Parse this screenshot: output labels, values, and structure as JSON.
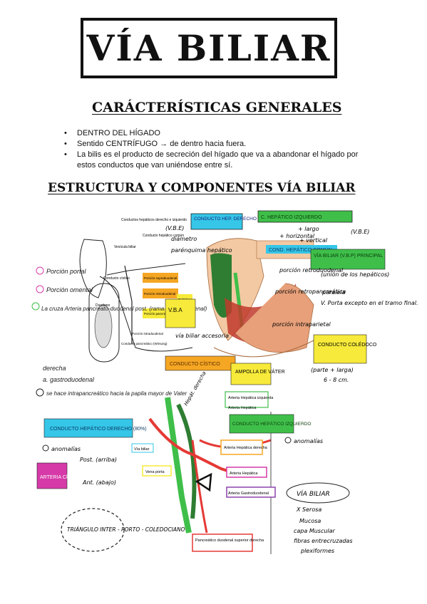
{
  "title": "VÍA BILIAR",
  "section1": {
    "heading": "CARÁCTERÍSTICAS GENERALES",
    "bullets": [
      "DENTRO DEL HÍGADO",
      "Sentido CENTRÍFUGO → de dentro hacia fuera.",
      "La bilis es el producto de secreción del hígado que va a abandonar el hígado por estos conductos que van uniéndose entre sí."
    ]
  },
  "section2": {
    "heading": "ESTRUCTURA Y COMPONENTES VÍA BILIAR"
  },
  "diagram": {
    "print_labels": {
      "vesicula": "Vesícula biliar",
      "hep_der_izq": "Conductos hepáticos derecho e izquierdo",
      "hep_comun": "Conducto hepático común",
      "cistico": "Conducto cístico",
      "duodeno": "Duodeno",
      "supraduodenal": "Porción supraduodenal",
      "retroduodenal": "Porción retroduodenal",
      "coledoco": "Colédoco",
      "pancreatica": "Porción pancreática",
      "intraduodenal": "Porción intraduodenal",
      "wirsung": "Conducto pancreático (Wirsung)"
    },
    "notes_left": {
      "portal": "Porción portal",
      "omental": "Porción omental",
      "cruz": "La cruza Arteria pancreato-duodenal post. (rama gastroduodenal)",
      "derecha": "derecha",
      "gastro": "a. gastroduodenal",
      "intrapanc": "se hace intrapancreático hacia la papila mayor de Vater"
    },
    "notes_top": {
      "vbe": "(V.B.E)",
      "diametro": "diámetro",
      "parenquima": "parénquima hepático",
      "vba": "V.B.A",
      "vba_note": "vía biliar accesoria",
      "cond_cistico": "CONDUCTO CÍSTICO",
      "ampolla": "AMPOLLA DE VÁTER",
      "hep_der_box": "CONDUCTO HEP. DERECHO",
      "hep_izq_box": "C. HEPÁTICO IZQUIERDO",
      "largo": "+ largo",
      "horizontal": "+ horizontal",
      "vertical": "+ vertical",
      "vbe2": "(V.B.E)",
      "cond_comun": "COND. HEPÁTICO COMÚN",
      "via_principal": "VÍA BILIAR (V.B.P) PRINCIPAL",
      "union": "(unión de los hepáticos)",
      "paralelo": "paralela",
      "porta": "V. Porta excepto en el tramo final.",
      "coledoco_box": "CONDUCTO COLÉDOCO",
      "parte": "(parte + larga)",
      "cm": "6 - 8 cm.",
      "p_retroduodenal": "porción retroduodenal",
      "p_retropancreatica": "porción retropancreática",
      "p_intraparietal": "porción intraparietal"
    },
    "notes_bottom": {
      "hep_der_box": "CONDUCTO HEPÁTICO DERECHO (80%)",
      "anomalias1": "anomalías",
      "anomalias2": "anomalías",
      "arteria_cistica": "ARTERIA CÍSTICA",
      "post": "Post. (arriba)",
      "ant": "Ant. (abajo)",
      "triangulo": "TRIÁNGULO INTER - PORTO - COLEDOCIANO",
      "hep_izq_box": "CONDUCTO HEPÁTICO IZQUIERDO",
      "hep_der_rot": "Hepát. derecha",
      "via_biliar": "VÍA BILIAR",
      "capas": [
        "X Serosa",
        "Mucosa",
        "capa Muscular",
        "fibras entrecruzadas",
        "plexiformes"
      ]
    },
    "print_labels_bottom": {
      "art_hep_izq": "Arteria Hepática izquierda",
      "art_hep_der": "Arteria Hepática derecha",
      "art_hep": "Arteria Hepática",
      "art_gastro": "Arteria Gastroduodenal",
      "vesicula": "Vía biliar",
      "vena_porta": "Vena porta",
      "panc_duod": "Pancreático duodenal superior derecha"
    },
    "colors": {
      "cyan": "#35c6e8",
      "green": "#3fbf4a",
      "dark_green": "#2e7d32",
      "orange": "#f5a623",
      "yellow": "#f7ea3a",
      "magenta": "#d63aa8",
      "red": "#e53935",
      "purple": "#8e44ad",
      "flesh": "#f3c9a3",
      "pancreas": "#e7a07a"
    }
  }
}
